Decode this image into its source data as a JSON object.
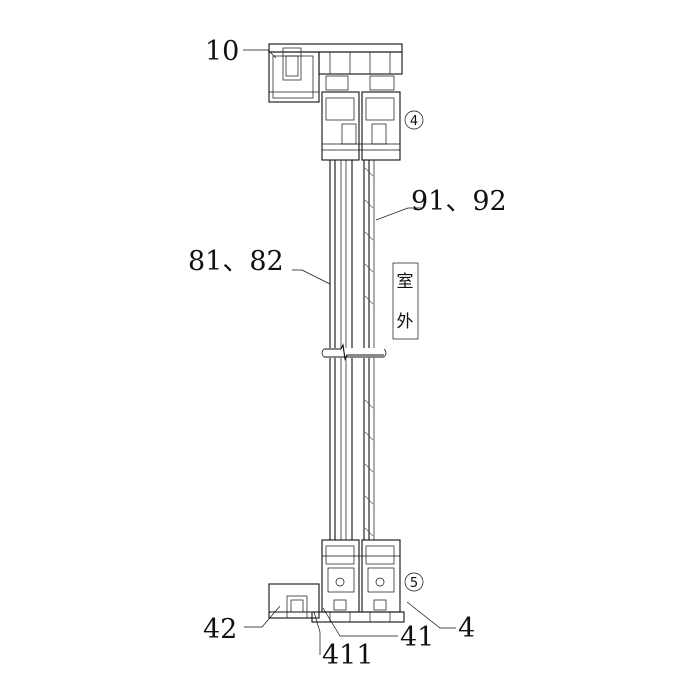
{
  "labels": {
    "frame_top": "10",
    "detail_top": "4",
    "glass_outer": "91、92",
    "glass_inner": "81、82",
    "side_text_1": "室",
    "side_text_2": "外",
    "detail_bottom": "5",
    "part_4": "4",
    "part_41": "41",
    "part_411": "411",
    "part_42": "42"
  }
}
